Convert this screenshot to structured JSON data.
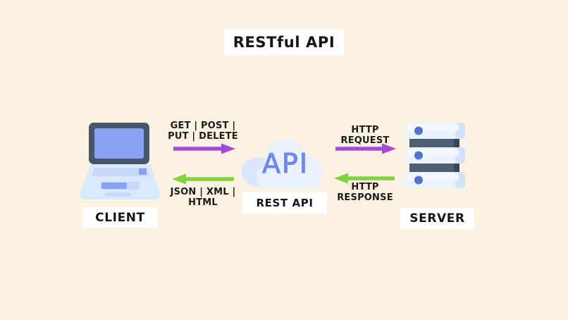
{
  "title": {
    "text": "RESTful API"
  },
  "colors": {
    "background": "#FCF2E1",
    "request_arrow": "#A34BD4",
    "response_arrow": "#7FD43C",
    "label_text": "#161616",
    "label_background": "#FFFFFF",
    "cloud_api_text": "#7186EB",
    "laptop_screen": "#8AA0F4",
    "laptop_frame": "#47566B",
    "server_dark_bar": "#4E5D73",
    "server_light_bar": "#EAF2FE"
  },
  "nodes": {
    "client": {
      "label": "CLIENT",
      "icon": "laptop-icon"
    },
    "rest_api": {
      "label": "REST API",
      "cloud_text": "API",
      "icon": "cloud-icon"
    },
    "server": {
      "label": "SERVER",
      "icon": "server-icon"
    }
  },
  "flows": {
    "client_to_api": {
      "line1": "GET | POST |",
      "line2": "PUT | DELETE",
      "direction": "right"
    },
    "api_to_client": {
      "line1": "JSON | XML |",
      "line2": "HTML",
      "direction": "left"
    },
    "api_to_server": {
      "line1": "HTTP",
      "line2": "REQUEST",
      "direction": "right"
    },
    "server_to_api": {
      "line1": "HTTP",
      "line2": "RESPONSE",
      "direction": "left"
    }
  }
}
